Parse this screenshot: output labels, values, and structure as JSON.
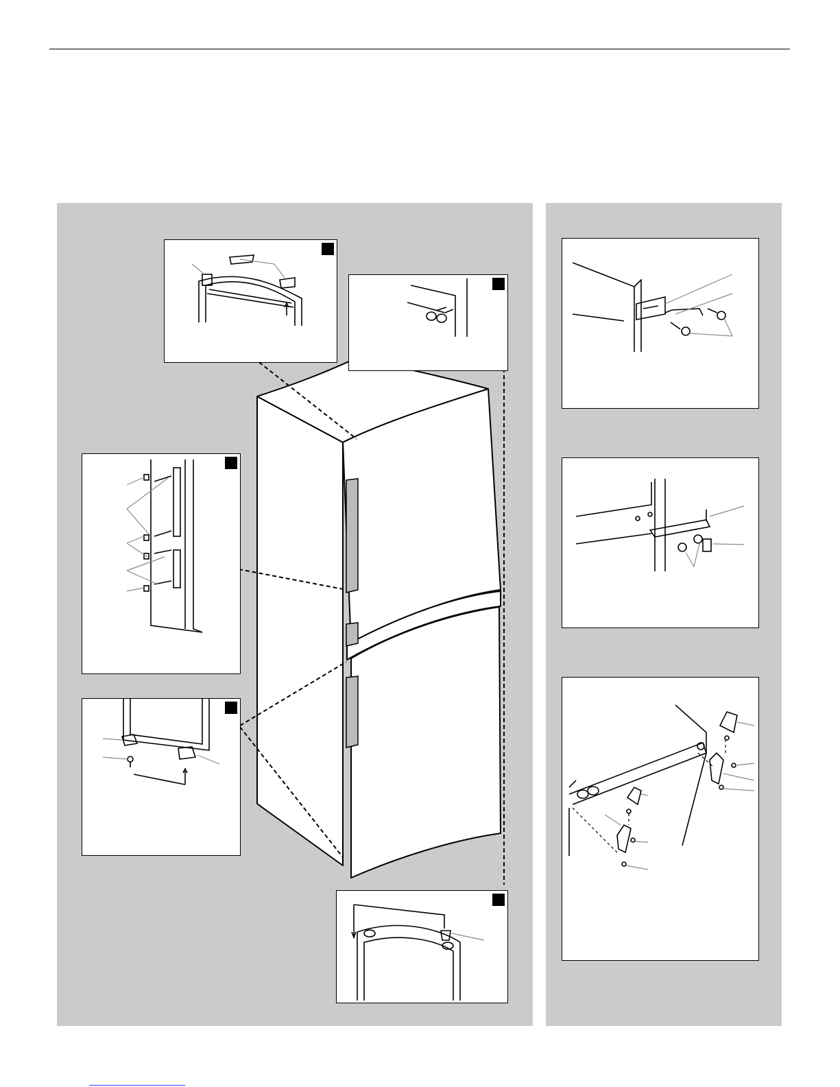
{
  "document": {
    "title": "",
    "body_text": ""
  },
  "figures": {
    "left_panel": {
      "insets": [
        {
          "name": "top-hinge-cover",
          "badge": ""
        },
        {
          "name": "door-pins",
          "badge": ""
        },
        {
          "name": "handle-mounting",
          "badge": ""
        },
        {
          "name": "bottom-foot-hinge",
          "badge": ""
        },
        {
          "name": "lower-door-pin",
          "badge": ""
        }
      ]
    },
    "right_panel": {
      "insets": [
        {
          "name": "top-hinge-bracket"
        },
        {
          "name": "middle-hinge-bracket"
        },
        {
          "name": "bottom-hinge-assembly"
        }
      ]
    }
  },
  "colors": {
    "panel_background": "#cbcbcb",
    "line": "#000000",
    "callout": "#8a8a8a"
  }
}
